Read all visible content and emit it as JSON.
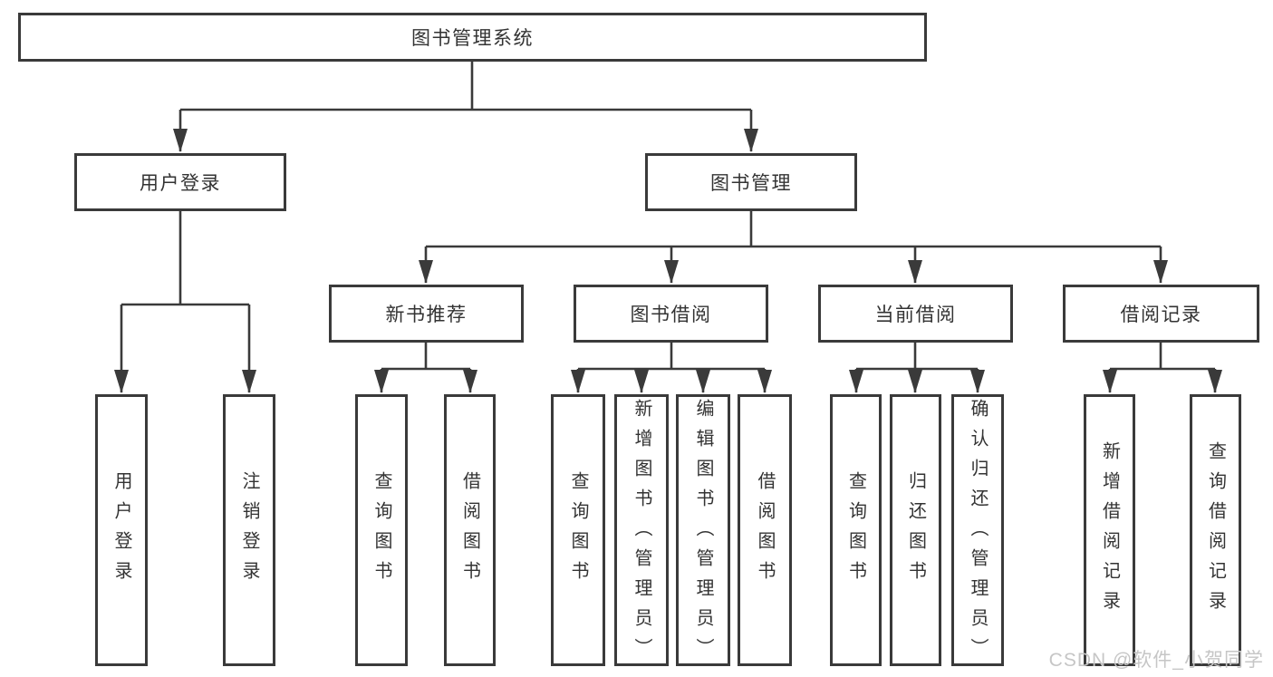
{
  "diagram": {
    "root": "图书管理系统",
    "branches": [
      {
        "label": "用户登录",
        "leaves": [
          "用户登录",
          "注销登录"
        ]
      },
      {
        "label": "图书管理",
        "children": [
          {
            "label": "新书推荐",
            "leaves": [
              "查询图书",
              "借阅图书"
            ]
          },
          {
            "label": "图书借阅",
            "leaves": [
              "查询图书",
              "新增图书（管理员）",
              "编辑图书（管理员）",
              "借阅图书"
            ]
          },
          {
            "label": "当前借阅",
            "leaves": [
              "查询图书",
              "归还图书",
              "确认归还（管理员）"
            ]
          },
          {
            "label": "借阅记录",
            "leaves": [
              "新增借阅记录",
              "查询借阅记录"
            ]
          }
        ]
      }
    ]
  },
  "watermark": "CSDN @软件_小贺同学",
  "colors": {
    "line": "#3a3a3a",
    "text": "#333333",
    "watermark": "#c6c6c6",
    "background": "#ffffff"
  }
}
